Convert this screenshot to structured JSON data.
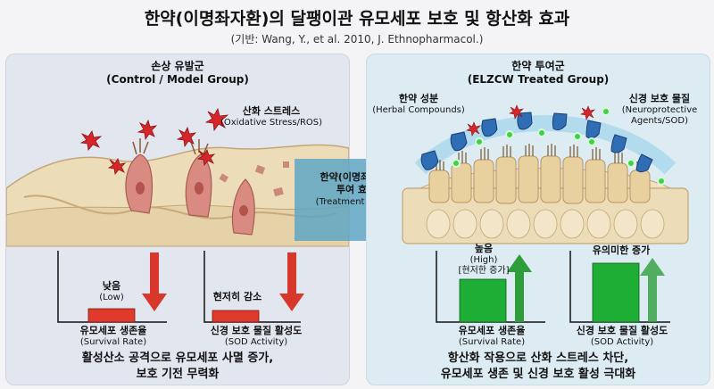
{
  "header": {
    "title": "한약(이명좌자환)의 달팽이관 유모세포 보호 및 항산화 효과",
    "subtitle": "(기반: Wang, Y., et al. 2010, J. Ethnopharmacol.)"
  },
  "left_panel": {
    "title_ko": "손상 유발군",
    "title_en": "(Control / Model Group)",
    "stress_label_ko": "산화 스트레스",
    "stress_label_en": "(Oxidative Stress/ROS)",
    "chart1": {
      "value_ko": "낮음",
      "value_en": "(Low)",
      "axis_ko": "유모세포 생존율",
      "axis_en": "(Survival Rate)"
    },
    "chart2": {
      "value_ko": "현저히 감소",
      "axis_ko": "신경 보호 물질 활성도",
      "axis_en": "(SOD Activity)"
    },
    "conclusion_line1": "활성산소 공격으로 유모세포 사멸 증가,",
    "conclusion_line2": "보호 기전 무력화"
  },
  "center_arrow": {
    "line1": "한약(이명좌자환)",
    "line2": "투여 효과",
    "line3": "(Treatment Effect)"
  },
  "right_panel": {
    "title_ko": "한약 투여군",
    "title_en": "(ELZCW Treated Group)",
    "herbal_label_ko": "한약 성분",
    "herbal_label_en": "(Herbal Compounds)",
    "neuro_label_ko": "신경 보호 물질",
    "neuro_label_en1": "(Neuroprotective",
    "neuro_label_en2": "Agents/SOD)",
    "chart1": {
      "value_ko": "높음",
      "value_en": "(High)",
      "value_note": "[현저한 증가]",
      "axis_ko": "유모세포 생존율",
      "axis_en": "(Survival Rate)"
    },
    "chart2": {
      "value_ko": "유의미한 증가",
      "axis_ko": "신경 보호 물질 활성도",
      "axis_en": "(SOD Activity)"
    },
    "conclusion_line1": "항산화 작용으로 산화 스트레스 차단,",
    "conclusion_line2": "유모세포 생존 및 신경 보호 활성 극대화"
  },
  "colors": {
    "low_bar": "#e03a2c",
    "high_bar": "#1fae35",
    "down_arrow": "#d8382c",
    "up_arrow": "#2e9e3a",
    "center_arrow": "#5fa6c4"
  }
}
